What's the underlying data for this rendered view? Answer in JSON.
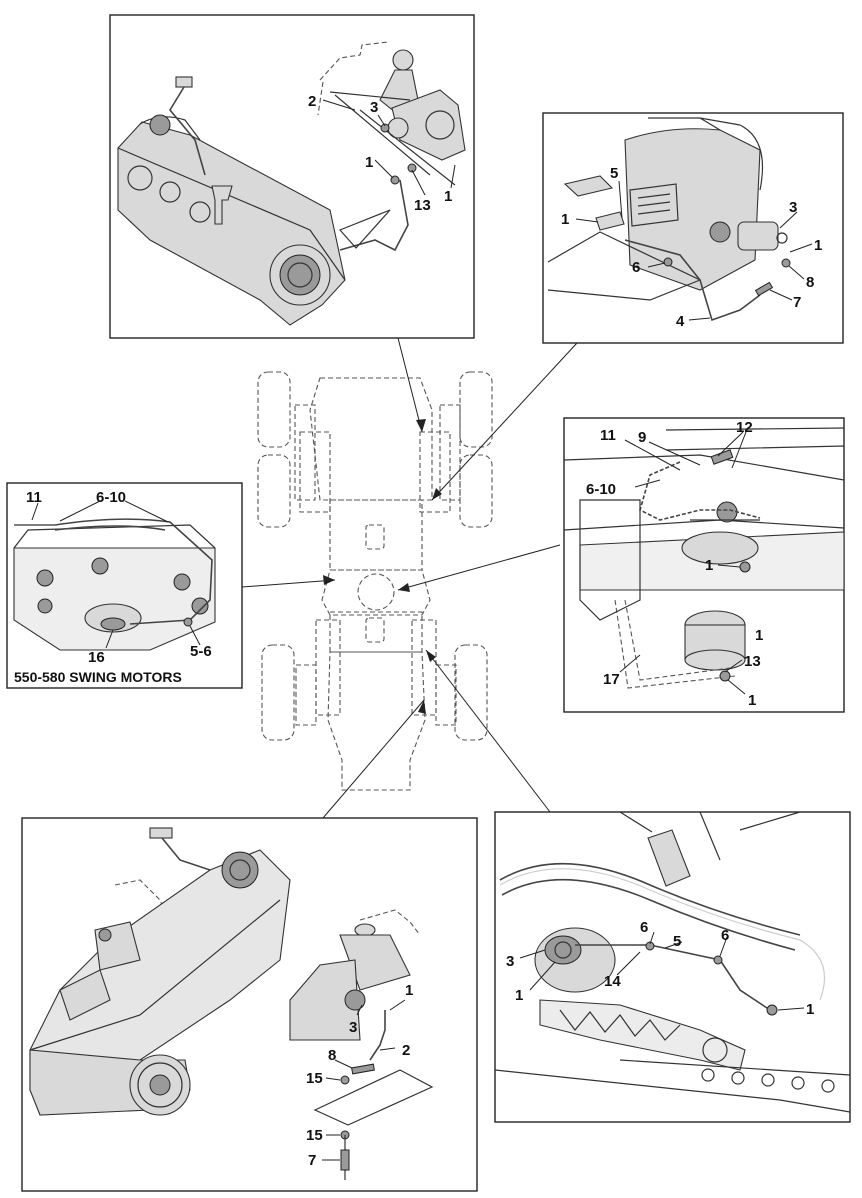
{
  "colors": {
    "ink": "#222222",
    "paper": "#ffffff"
  },
  "panels": {
    "top_left": {
      "labels": [
        "2",
        "3",
        "1",
        "13",
        "1"
      ]
    },
    "top_right": {
      "labels": [
        "5",
        "3",
        "1",
        "1",
        "6",
        "8",
        "7",
        "4"
      ]
    },
    "mid_left": {
      "labels": [
        "11",
        "6-10",
        "16",
        "5-6"
      ],
      "caption": "550-580 SWING MOTORS"
    },
    "mid_right": {
      "labels": [
        "12",
        "11",
        "9",
        "6-10",
        "1",
        "1",
        "13",
        "17",
        "1"
      ]
    },
    "bottom_left": {
      "labels": [
        "1",
        "3",
        "2",
        "8",
        "15",
        "15",
        "7"
      ]
    },
    "bottom_right": {
      "labels": [
        "6",
        "5",
        "6",
        "3",
        "1",
        "14",
        "1"
      ]
    }
  }
}
